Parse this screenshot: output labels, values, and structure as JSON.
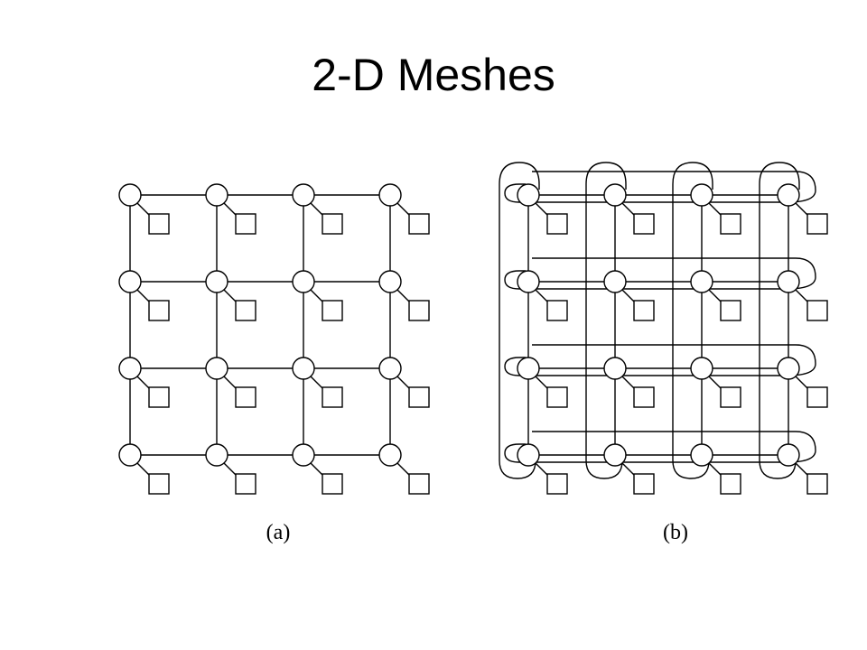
{
  "title": "2-D Meshes",
  "figures": [
    {
      "id": "a",
      "caption": "(a)",
      "rows": 4,
      "cols": 4,
      "wraparound": false
    },
    {
      "id": "b",
      "caption": "(b)",
      "rows": 4,
      "cols": 4,
      "wraparound": true
    }
  ],
  "colors": {
    "stroke": "#000000",
    "fill": "#ffffff"
  }
}
